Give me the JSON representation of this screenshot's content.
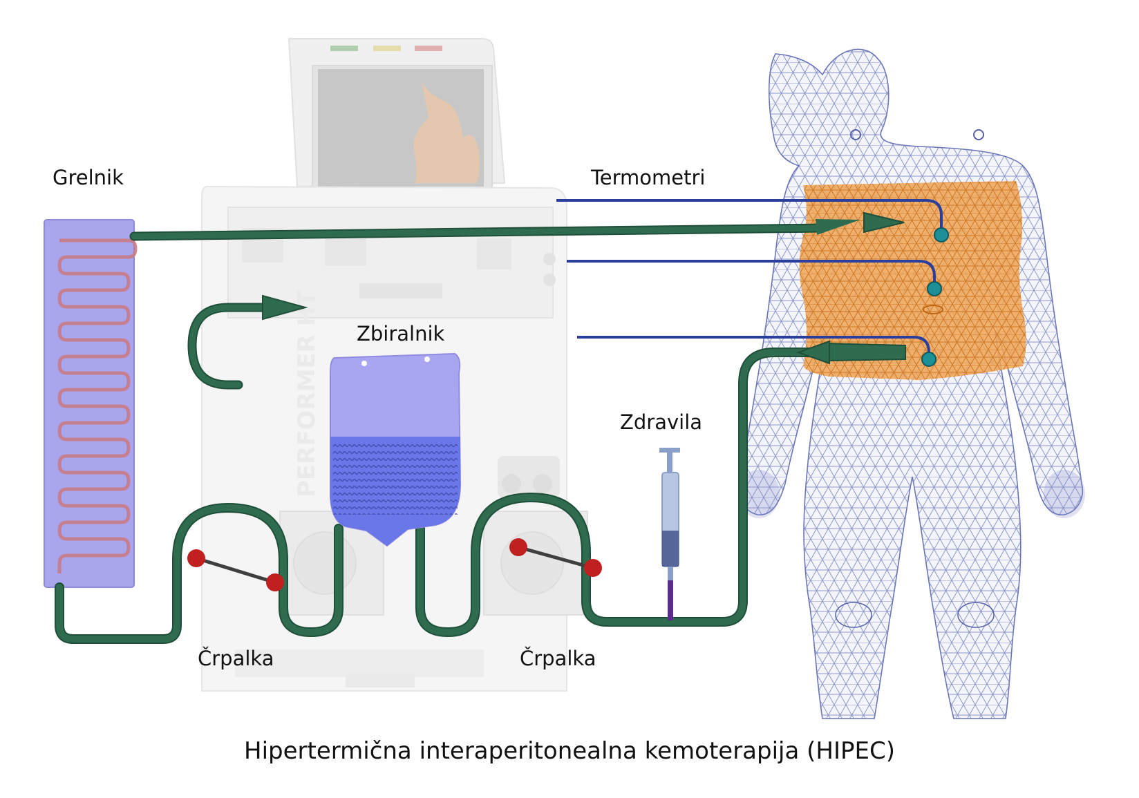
{
  "labels": {
    "heater": "Grelnik",
    "thermometers": "Termometri",
    "reservoir": "Zbiralnik",
    "drugs": "Zdravila",
    "pump_left": "Črpalka",
    "pump_right": "Črpalka"
  },
  "caption": "Hipertermična interaperitonealna kemoterapija (HIPEC)",
  "machine": {
    "brand": "PERFORMER HT"
  },
  "colors": {
    "tube": "#2e6b4f",
    "tube_highlight": "#4f9a78",
    "thermo_wire": "#2a3f9c",
    "thermo_tip": "#1c8f97",
    "heater_fill": "#a9a6ee",
    "heater_coil": "#c77b86",
    "reservoir_upper": "#a8a6f0",
    "reservoir_fluid": "#5f6ee8",
    "abdomen": "#f0a455",
    "pump_handle": "#c0201f",
    "syringe_drug": "#5a2c8c",
    "mesh": "#6a76b8"
  },
  "icons": {
    "heater": "heater-coil-icon",
    "reservoir": "fluid-bag-icon",
    "pump": "peristaltic-pump-icon",
    "syringe": "syringe-icon",
    "body": "human-body-mesh-icon"
  }
}
